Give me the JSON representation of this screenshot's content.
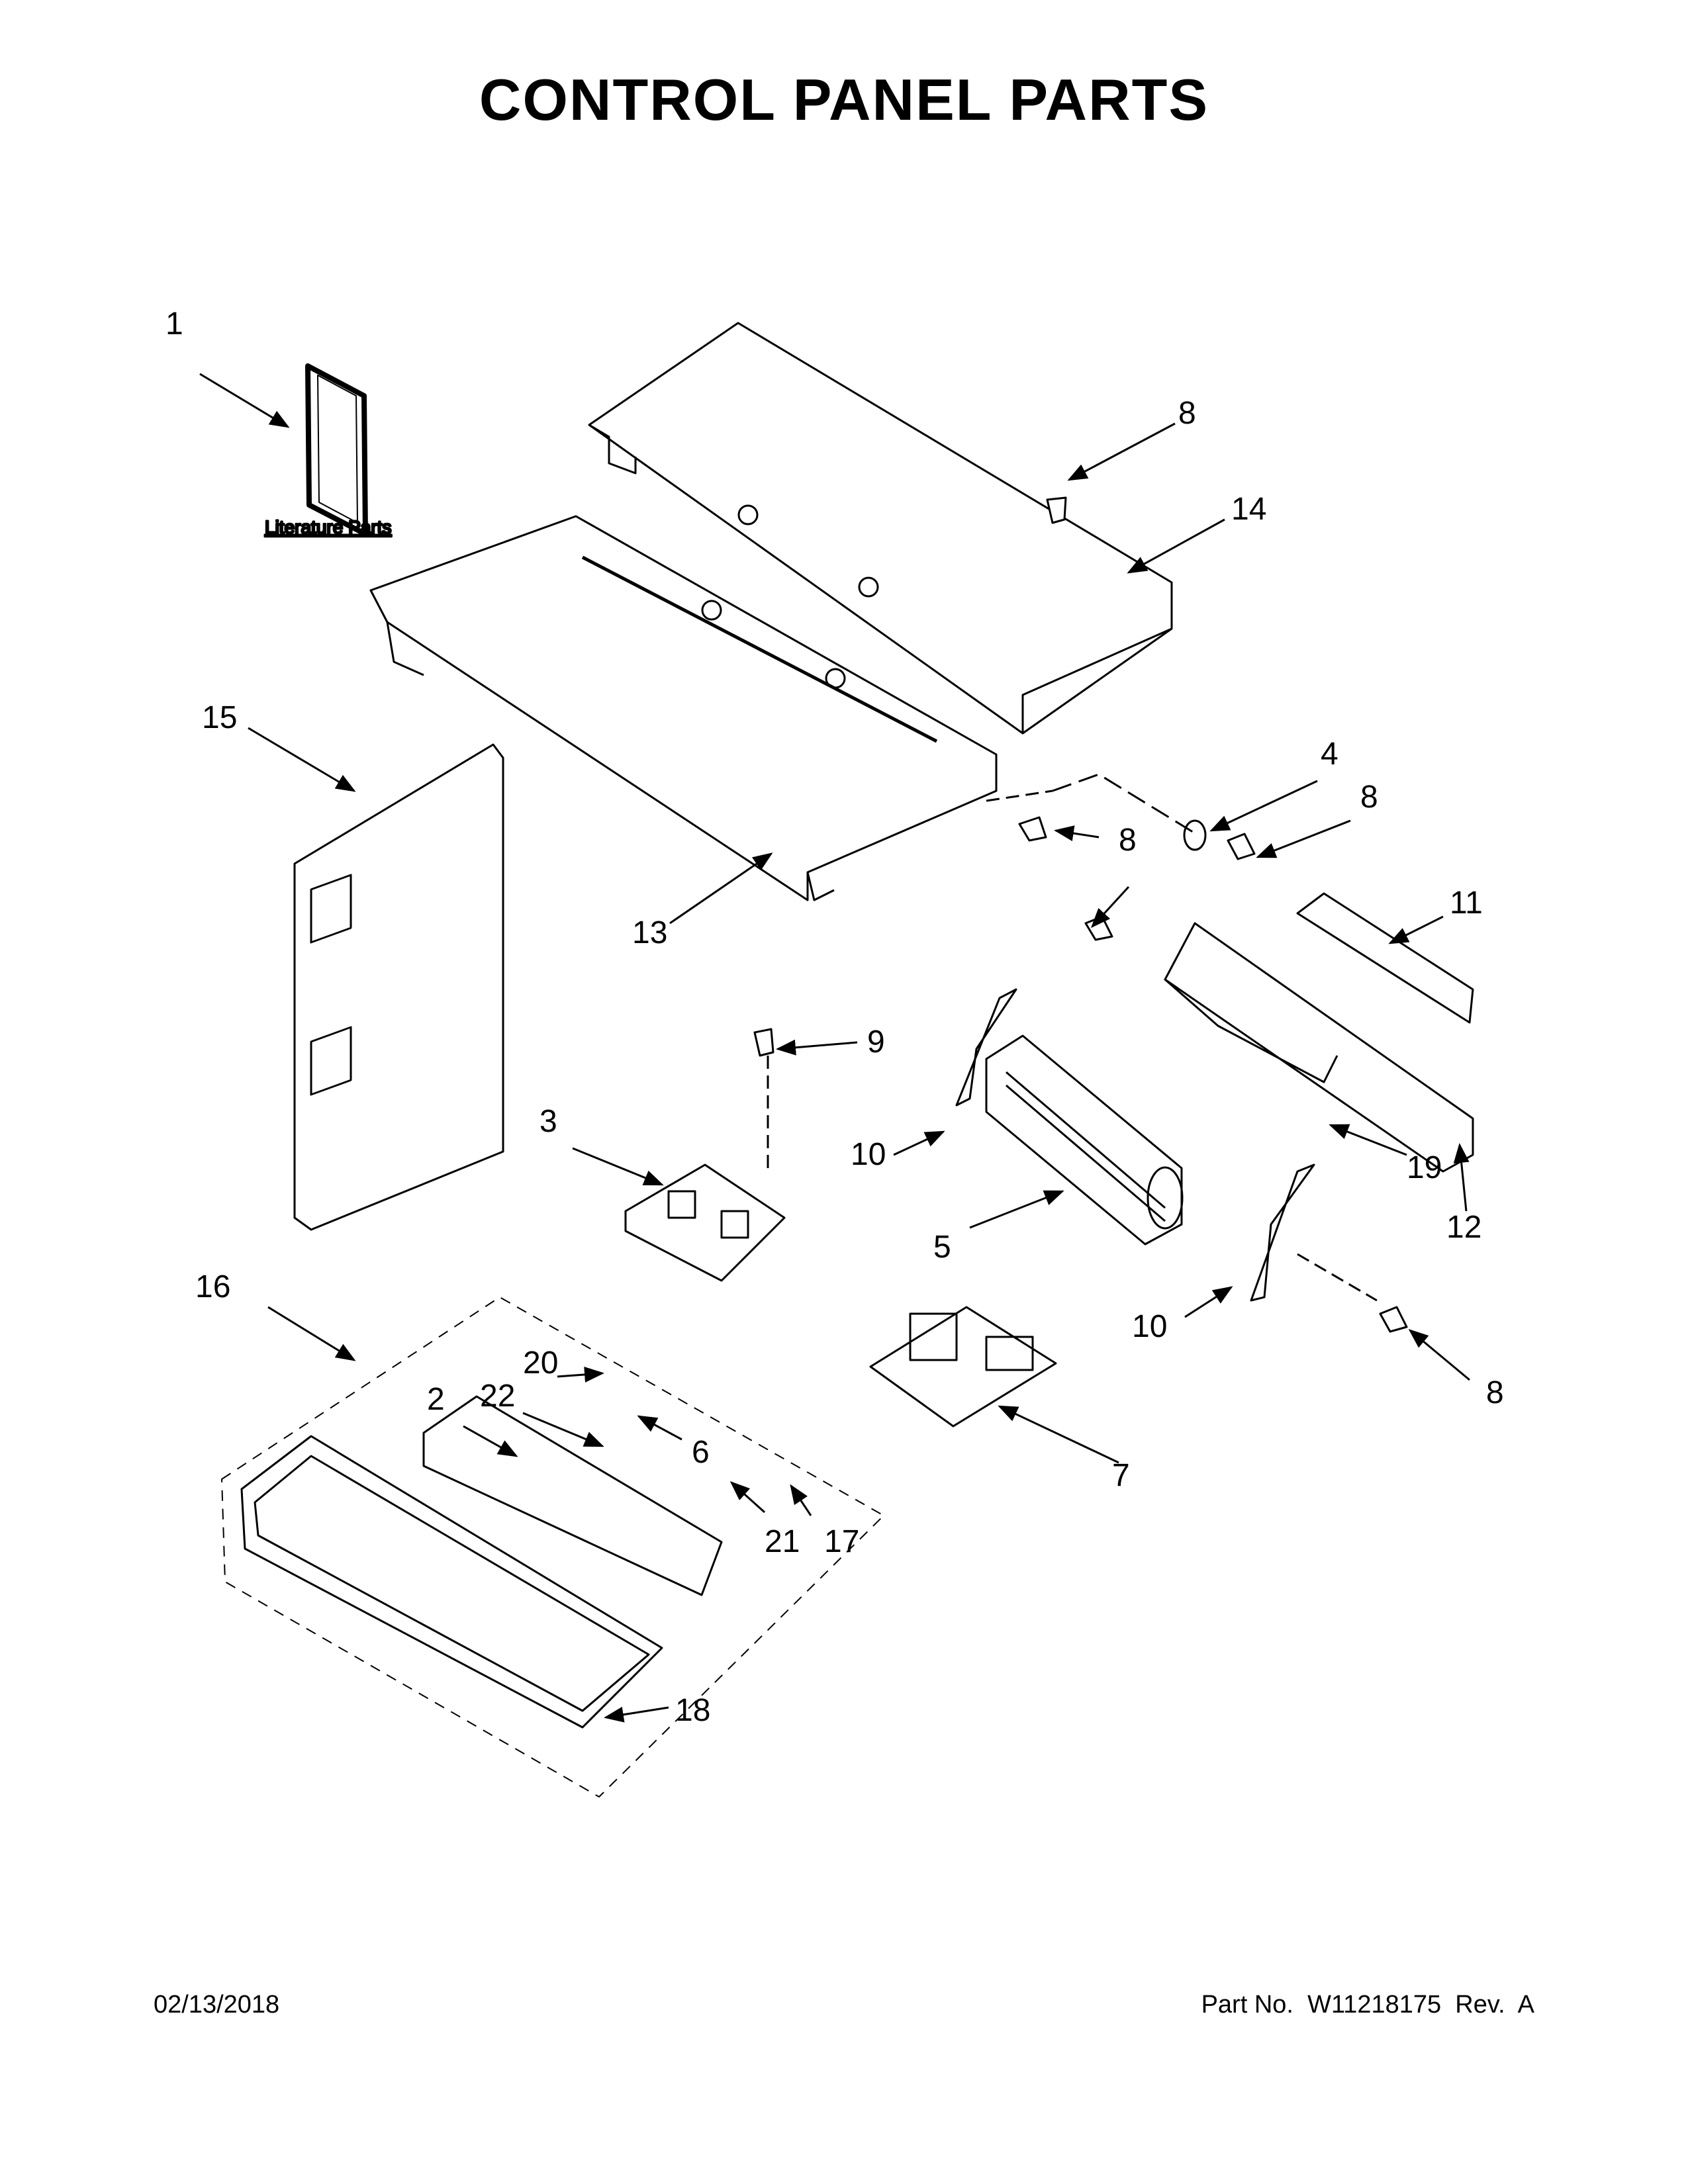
{
  "page": {
    "title": "CONTROL PANEL PARTS",
    "date": "02/13/2018",
    "part_number": "Part No.  W11218175  Rev.  A"
  },
  "literature_label": "Literature Parts",
  "callouts": {
    "c1": "1",
    "c2": "2",
    "c3": "3",
    "c4": "4",
    "c5": "5",
    "c6": "6",
    "c7": "7",
    "c8a": "8",
    "c8b": "8",
    "c8c": "8",
    "c8d": "8",
    "c9": "9",
    "c10a": "10",
    "c10b": "10",
    "c11": "11",
    "c12": "12",
    "c13": "13",
    "c14": "14",
    "c15": "15",
    "c16": "16",
    "c17": "17",
    "c18": "18",
    "c19": "19",
    "c20": "20",
    "c21": "21",
    "c22": "22"
  }
}
